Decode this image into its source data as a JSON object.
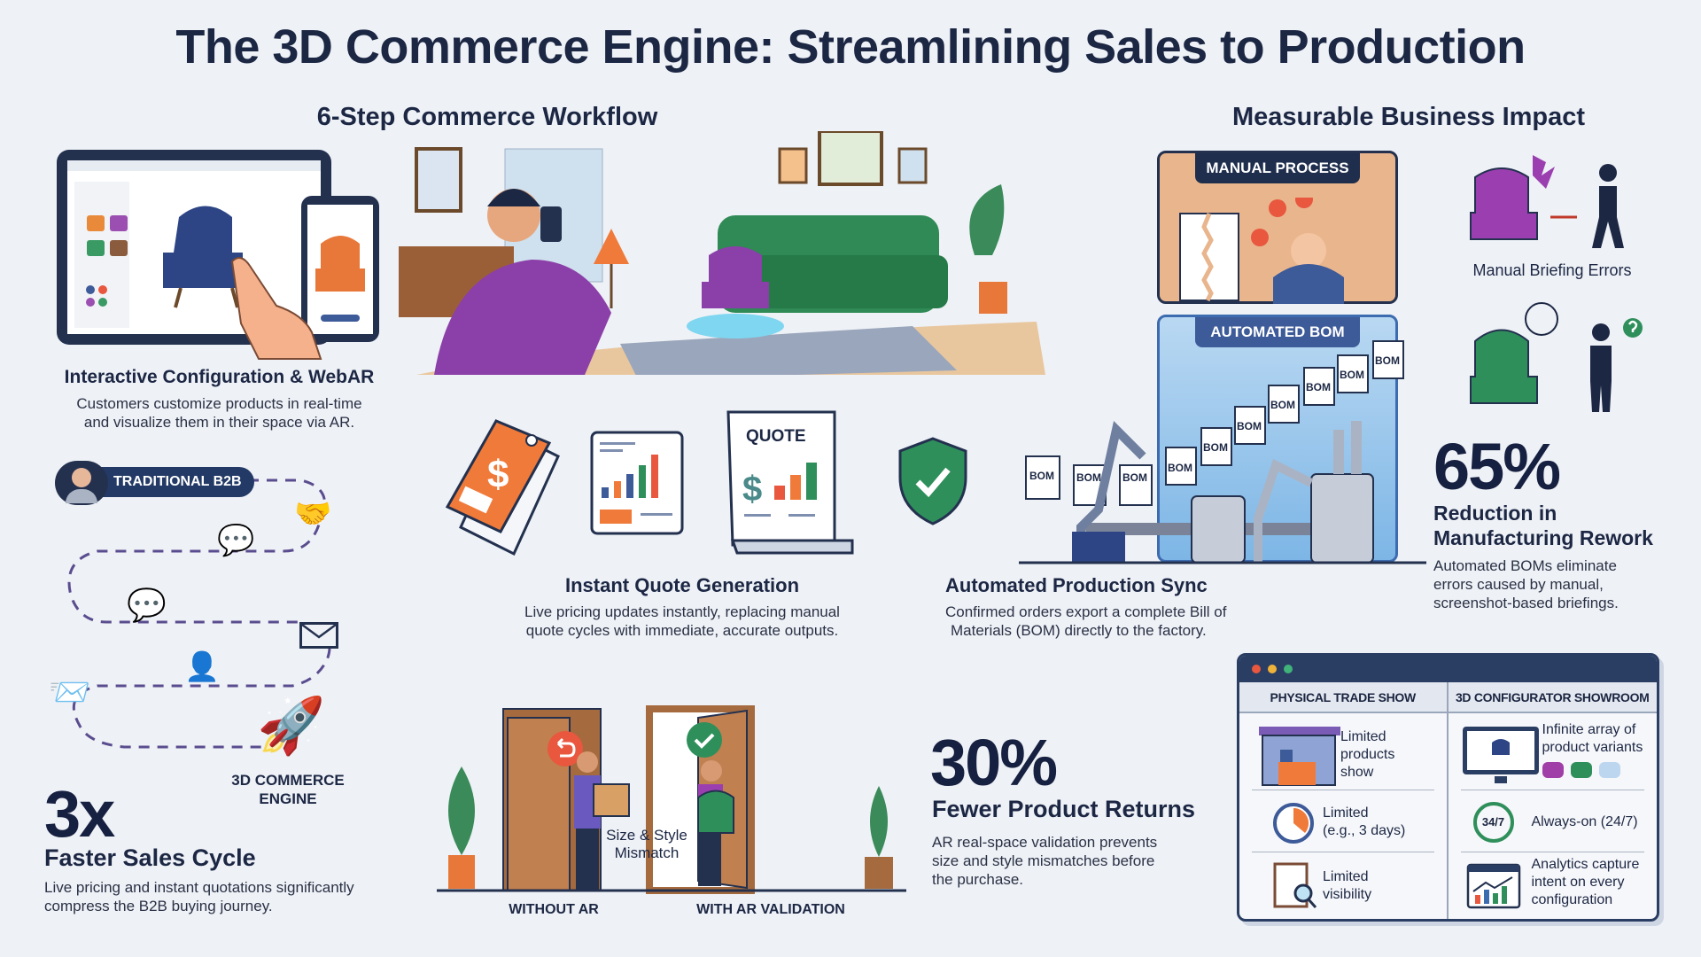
{
  "title": "The 3D Commerce Engine: Streamlining Sales to Production",
  "workflow": {
    "heading": "6-Step Commerce Workflow",
    "step1": {
      "title": "Interactive Configuration & WebAR",
      "desc": [
        "Customers customize products in real-time",
        "and visualize them in their space via AR."
      ]
    },
    "step2": {
      "title": "Instant Quote Generation",
      "desc": [
        "Live pricing updates instantly, replacing manual",
        "quote cycles with immediate, accurate outputs."
      ],
      "quote_label": "QUOTE"
    },
    "step3": {
      "title": "Automated Production Sync",
      "desc": [
        "Confirmed orders export a complete Bill of",
        "Materials (BOM) directly to the factory."
      ]
    },
    "journey": {
      "start_label": "TRADITIONAL B2B",
      "end_label": [
        "3D COMMERCE",
        "ENGINE"
      ]
    },
    "sales": {
      "value": "3x",
      "title": "Faster Sales Cycle",
      "desc": [
        "Live pricing and instant quotations significantly",
        "compress the B2B buying journey."
      ]
    },
    "returns_scene": {
      "without_label": "WITHOUT AR",
      "with_label": "WITH AR VALIDATION",
      "mismatch_label": [
        "Size & Style",
        "Mismatch"
      ]
    }
  },
  "impact": {
    "heading": "Measurable Business Impact",
    "manual_label": "MANUAL PROCESS",
    "automated_label": "AUTOMATED BOM",
    "bom_doc": "BOM",
    "briefing_errors": "Manual Briefing Errors",
    "rework": {
      "value": "65%",
      "title": [
        "Reduction in",
        "Manufacturing Rework"
      ],
      "desc": [
        "Automated BOMs eliminate",
        "errors caused by manual,",
        "screenshot-based briefings."
      ]
    },
    "returns": {
      "value": "30%",
      "title": "Fewer Product Returns",
      "desc": [
        "AR real-space validation prevents",
        "size and style mismatches before",
        "the purchase."
      ]
    }
  },
  "comparison": {
    "left_header": "PHYSICAL TRADE SHOW",
    "right_header": "3D CONFIGURATOR SHOWROOM",
    "left_rows": [
      [
        "Limited",
        "products",
        "show"
      ],
      [
        "Limited",
        "(e.g., 3 days)"
      ],
      [
        "Limited",
        "visibility"
      ]
    ],
    "right_rows": [
      [
        "Infinite array of",
        "product variants"
      ],
      [
        "Always-on (24/7)"
      ],
      [
        "Analytics capture",
        "intent on every",
        "configuration"
      ]
    ],
    "clock_label": "34/7"
  },
  "colors": {
    "navy": "#1c2744",
    "green": "#2f8f5b",
    "orange": "#f07a3a",
    "purple": "#8b3fa8",
    "blue": "#3d5a99"
  }
}
